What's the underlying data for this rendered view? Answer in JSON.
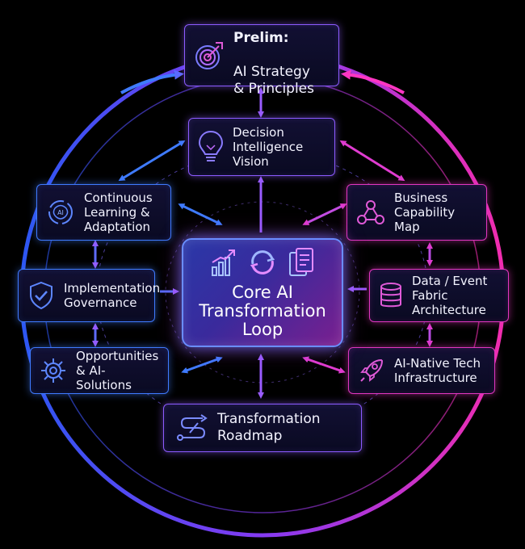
{
  "core": {
    "title": "Core AI\nTransformation\nLoop",
    "icons": [
      "chart-growth-icon",
      "ai-cycle-icon",
      "documents-icon"
    ]
  },
  "nodes": {
    "prelim": {
      "title": "Prelim:",
      "subtitle": "AI Strategy\n& Principles",
      "icon": "target-icon"
    },
    "decision": {
      "label": "Decision\nIntelligence\nVision",
      "icon": "lightbulb-icon"
    },
    "continuous": {
      "label": "Continuous\nLearning &\nAdaptation",
      "icon": "ai-brain-cycle-icon"
    },
    "business": {
      "label": "Business\nCapability Map",
      "icon": "network-nodes-icon"
    },
    "implementation": {
      "label": "Implementation\nGovernance",
      "icon": "shield-check-icon"
    },
    "data_event": {
      "label": "Data / Event\nFabric\nArchitecture",
      "icon": "database-icon"
    },
    "opportunities": {
      "label": "Opportunities\n& AI-Solutions",
      "icon": "gear-icon"
    },
    "ai_native": {
      "label": "AI-Native Tech\nInfrastructure",
      "icon": "rocket-icon"
    },
    "roadmap": {
      "label": "Transformation\nRoadmap",
      "icon": "roadmap-path-icon"
    }
  },
  "colors": {
    "blue": "#3f7bff",
    "violet": "#8d5bff",
    "pink": "#e236c0",
    "background": "#000000"
  }
}
